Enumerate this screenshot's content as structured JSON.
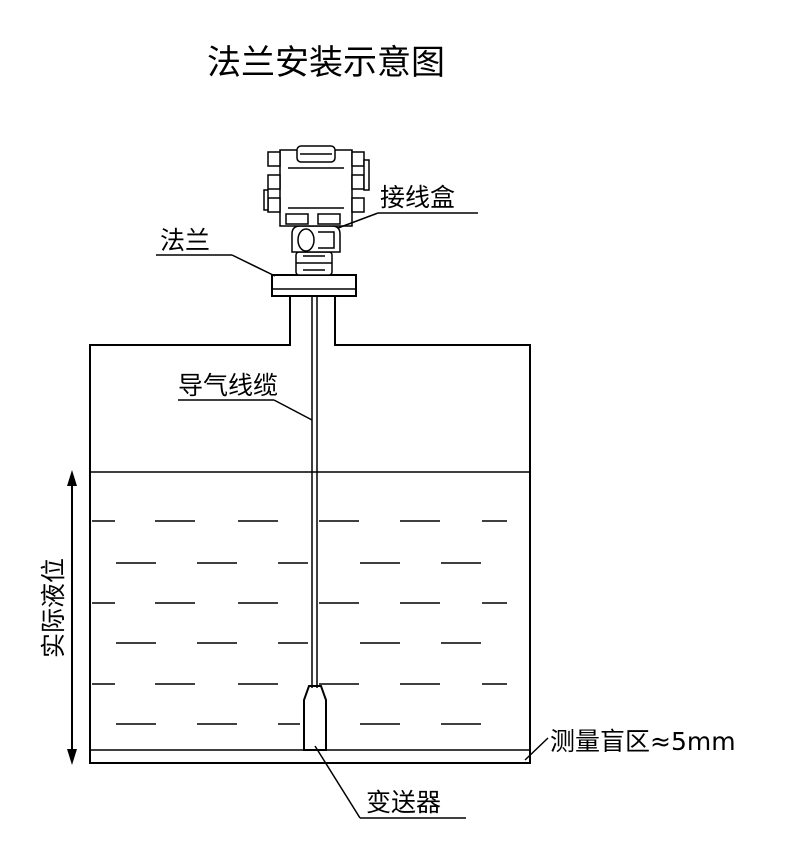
{
  "title": "法兰安装示意图",
  "labels": {
    "junction_box": "接线盒",
    "flange": "法兰",
    "vent_cable": "导气线缆",
    "actual_level": "实际液位",
    "blind_zone": "测量盲区≈5mm",
    "transmitter": "变送器"
  },
  "colors": {
    "line": "#000000",
    "background": "#ffffff"
  }
}
